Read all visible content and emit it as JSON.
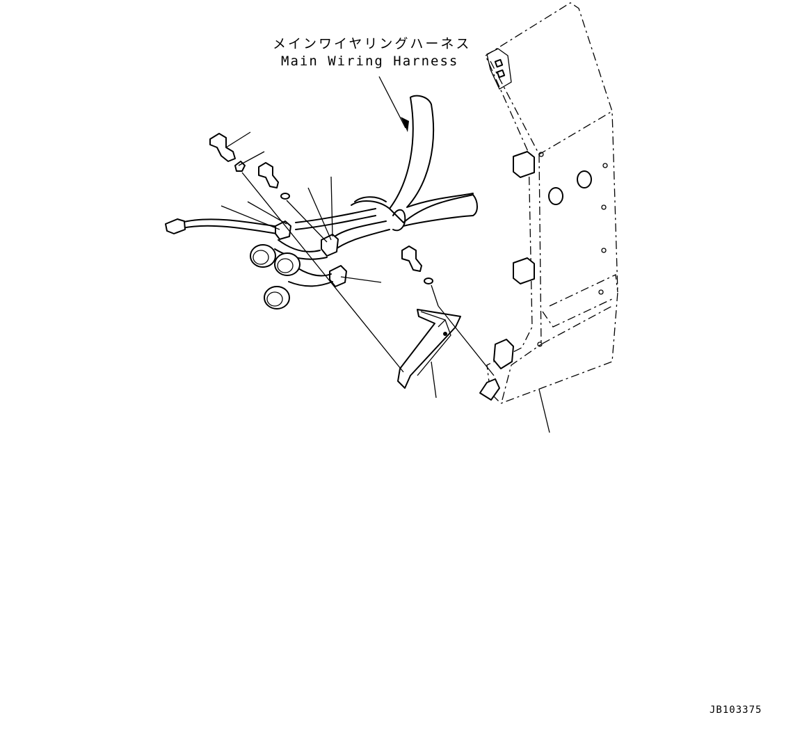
{
  "figure": {
    "harness_label_jp": "メインワイヤリングハーネス",
    "harness_label_en": "Main Wiring Harness",
    "drawing_code": "JB103375"
  }
}
